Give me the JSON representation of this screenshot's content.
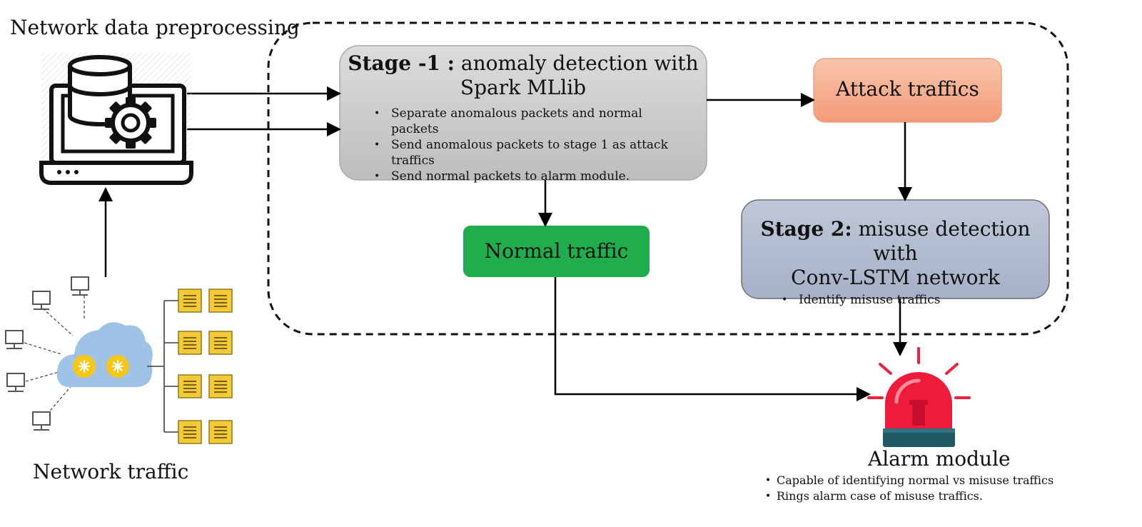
{
  "preprocessing": {
    "title": "Network data preprocessing"
  },
  "network_traffic": {
    "title": "Network traffic"
  },
  "stage1": {
    "prefix": "Stage -1 :",
    "title_rest": "anomaly detection with",
    "title_line2": "Spark MLlib",
    "bullets": [
      "Separate anomalous packets and normal packets",
      "Send anomalous packets to stage 1 as attack traffics",
      "Send normal packets to alarm module."
    ]
  },
  "attack": {
    "label": "Attack traffics"
  },
  "normal": {
    "label": "Normal traffic"
  },
  "stage2": {
    "prefix": "Stage 2:",
    "title_rest": "misuse detection with",
    "title_line2": "Conv-LSTM network",
    "bullets": [
      "Identify misuse traffics"
    ]
  },
  "alarm": {
    "title": "Alarm module",
    "bullets": [
      "Capable of identifying normal vs misuse traffics",
      "Rings alarm case of misuse traffics."
    ]
  },
  "colors": {
    "stage1_fill": "#c8c8c8",
    "attack_fill": "#f4a383",
    "normal_fill": "#1fae4b",
    "stage2_fill": "#aeb9cf",
    "cloud_fill": "#9ec3e6",
    "router_fill": "#f6c715",
    "server_fill": "#f5c936",
    "siren_red": "#ee1c3a",
    "siren_base": "#1f5a63"
  },
  "icons": [
    "laptop-database-gear-icon",
    "cloud-network-icon",
    "computer-icon",
    "router-icon",
    "server-icon",
    "siren-icon"
  ]
}
